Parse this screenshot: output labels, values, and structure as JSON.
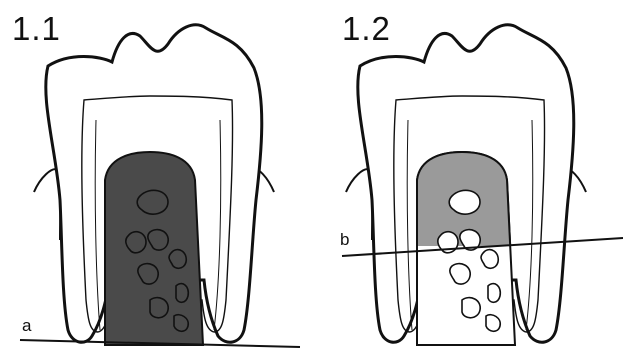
{
  "panels": [
    {
      "label": "1.1",
      "line_label": "a",
      "fill": "#4a4a4a",
      "fill_region": "whole-pulp"
    },
    {
      "label": "1.2",
      "line_label": "b",
      "fill": "#9a9a9a",
      "fill_region": "upper-pulp"
    }
  ],
  "colors": {
    "outline": "#111111",
    "background": "#ffffff"
  }
}
